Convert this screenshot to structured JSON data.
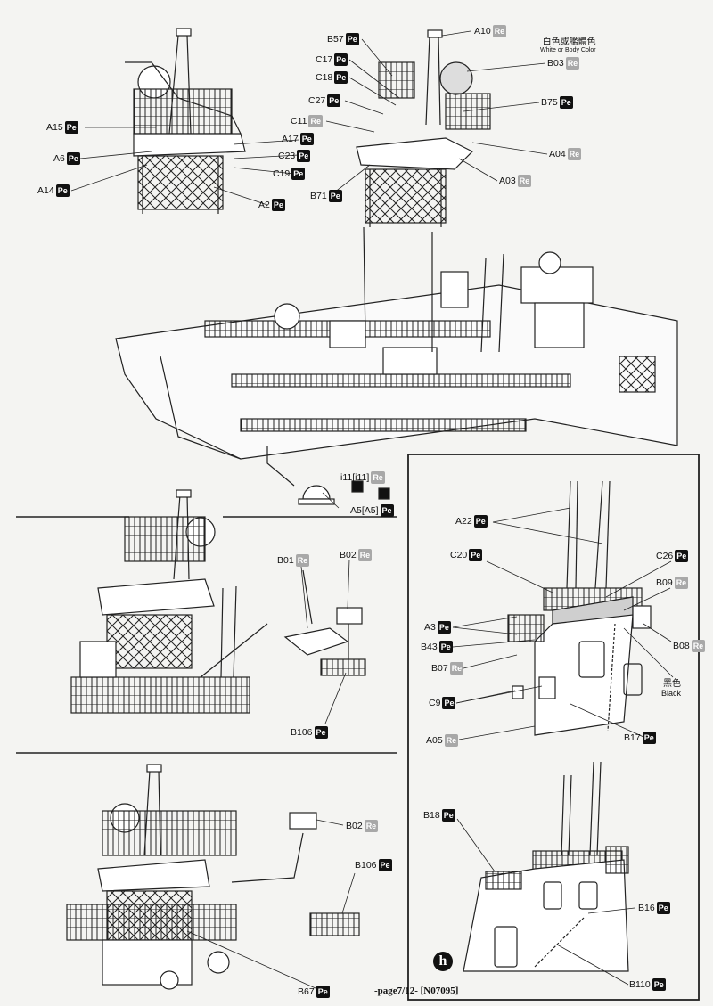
{
  "paint_notes": {
    "top": {
      "zh": "白色或艦體色",
      "en": "White or Body Color"
    },
    "black": {
      "zh": "黑色",
      "en": "Black"
    }
  },
  "badges": {
    "pe": "Pe",
    "re": "Re"
  },
  "labels": {
    "a15": "A15",
    "a6": "A6",
    "a14": "A14",
    "a17": "A17",
    "c23": "C23",
    "c19": "C19",
    "a2": "A2",
    "b57": "B57",
    "c17": "C17",
    "c18": "C18",
    "c27": "C27",
    "c11": "C11",
    "b71": "B71",
    "a10": "A10",
    "b03": "B03",
    "b75": "B75",
    "a04": "A04",
    "a03": "A03",
    "i11": "i11[i11]",
    "a5": "A5[A5]",
    "b01": "B01",
    "b02a": "B02",
    "b106a": "B106",
    "b02b": "B02",
    "b106b": "B106",
    "b67": "B67",
    "a22": "A22",
    "c20": "C20",
    "c26": "C26",
    "b09": "B09",
    "a3": "A3",
    "b43": "B43",
    "b07": "B07",
    "b08": "B08",
    "c9": "C9",
    "a05": "A05",
    "b17": "B17",
    "b18": "B18",
    "b16": "B16",
    "b110": "B110"
  },
  "step_mark": "h",
  "footer": "-page7/12- [N07095]"
}
